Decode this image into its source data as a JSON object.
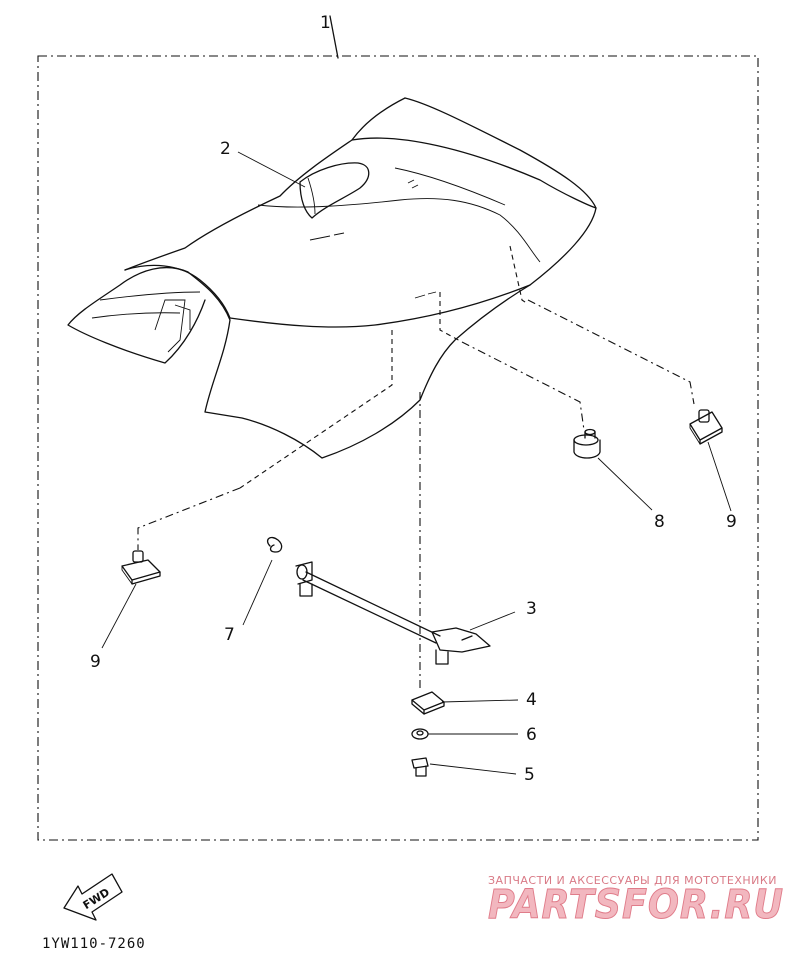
{
  "diagram": {
    "assembly_number": "1",
    "drawing_code": "1YW110-7260",
    "fwd_label": "FWD",
    "callouts": {
      "c2": "2",
      "c3": "3",
      "c4": "4",
      "c5": "5",
      "c6": "6",
      "c7": "7",
      "c8": "8",
      "c9_right": "9",
      "c9_left": "9"
    }
  },
  "watermark": {
    "tagline": "ЗАПЧАСТИ И АКСЕССУАРЫ ДЛЯ МОТОТЕХНИКИ",
    "logo": "PARTSFOR.RU"
  }
}
